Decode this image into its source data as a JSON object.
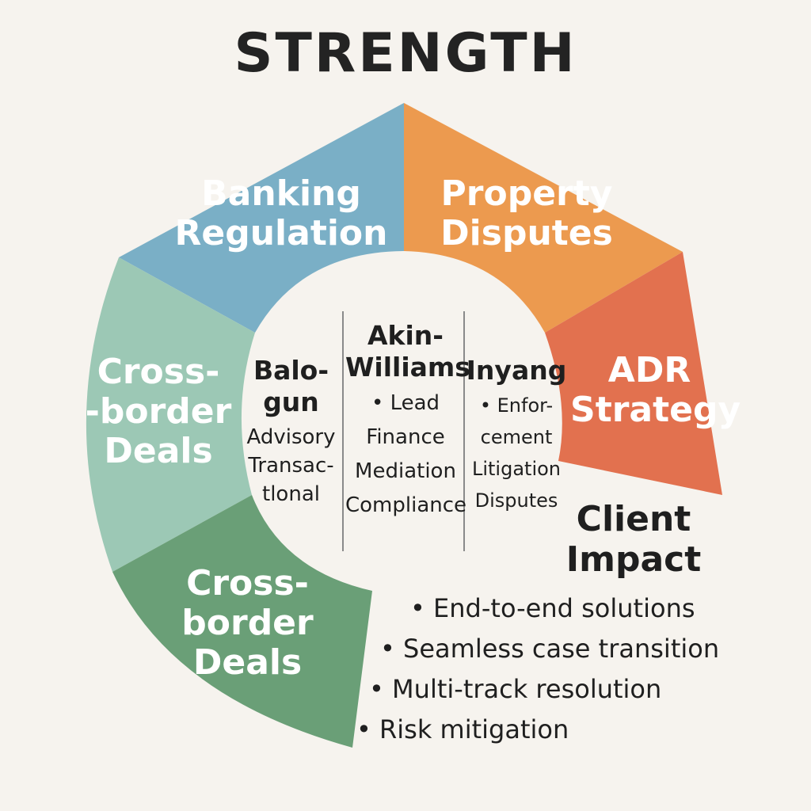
{
  "title": "STRENGTH",
  "colors": {
    "banking": "#7aafc6",
    "property": "#ec9a4f",
    "adr": "#e2714f",
    "cross_border_light": "#9cc8b5",
    "cross_border_dark": "#6a9f77",
    "background": "#f6f3ee",
    "divider": "#8a8a8a"
  },
  "segments": [
    {
      "label": "Banking\nRegulation"
    },
    {
      "label": "Property\nDisputes"
    },
    {
      "label": "ADR\nStrategy"
    },
    {
      "label": "Cross-\n-border\nDeals"
    },
    {
      "label": "Cross-\nborder\nDeals"
    }
  ],
  "columns": [
    {
      "name": "Balo-\ngun",
      "items": "Advisory\nTransac-\ntlonal"
    },
    {
      "name": "Akin-\nWilliams",
      "items": "• Lead\nFinance\nMediation\nCompliance"
    },
    {
      "name": "Inyang",
      "items": "• Enfor-\ncement\nLitigation\nDisputes"
    }
  ],
  "client_impact": {
    "title": "Client\nImpact",
    "bullets": [
      "• End-to-end solutions",
      "• Seamless case transition",
      "• Multi-track resolution",
      "• Risk mitigation"
    ]
  }
}
